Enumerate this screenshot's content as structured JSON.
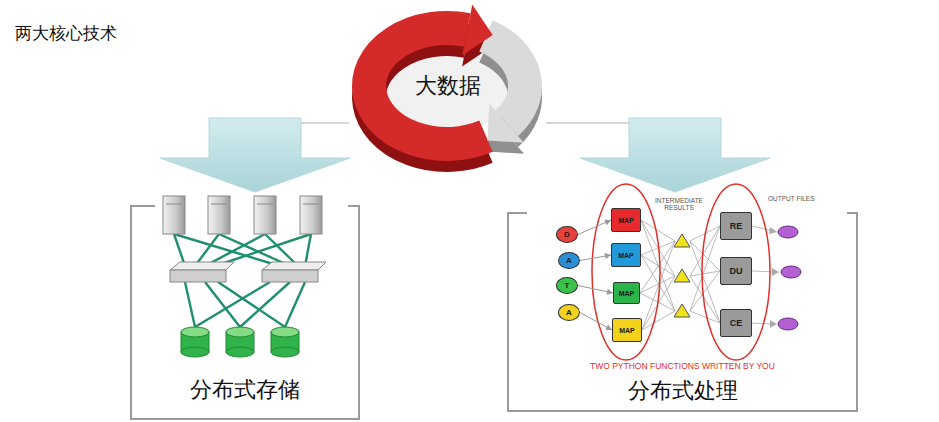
{
  "diagram": {
    "title": "两大核心技术",
    "nodes": [
      {
        "text": [
          "大数据"
        ]
      },
      {
        "text": [
          "分布式存储"
        ]
      },
      {
        "text": [
          "分布式处理"
        ]
      },
      {
        "text": [
          "D"
        ],
        "in": 2
      },
      {
        "text": [
          "A"
        ],
        "in": 2
      },
      {
        "text": [
          "T"
        ],
        "in": 2
      },
      {
        "text": [
          "A"
        ],
        "in": 2
      },
      {
        "text": [
          "MAP"
        ],
        "in": 2
      },
      {
        "text": [
          "MAP"
        ],
        "in": 2
      },
      {
        "text": [
          "MAP"
        ],
        "in": 2
      },
      {
        "text": [
          "MAP"
        ],
        "in": 2
      },
      {
        "text": [
          "RE"
        ],
        "in": 2
      },
      {
        "text": [
          "DU"
        ],
        "in": 2
      },
      {
        "text": [
          "CE"
        ],
        "in": 2
      }
    ],
    "edges": [
      {
        "from": 0,
        "to": 1,
        "arrow": "to"
      },
      {
        "from": 0,
        "to": 2,
        "arrow": "to"
      },
      {
        "from": 3,
        "to": 7,
        "arrow": "to"
      },
      {
        "from": 4,
        "to": 8,
        "arrow": "to"
      },
      {
        "from": 5,
        "to": 9,
        "arrow": "to"
      },
      {
        "from": 6,
        "to": 10,
        "arrow": "to"
      }
    ],
    "labels": [
      "INTERMEDIATE RESULTS",
      "OUTPUT FILES",
      "TWO PYTHON FUNCTIONS WRITTEN BY YOU"
    ]
  }
}
